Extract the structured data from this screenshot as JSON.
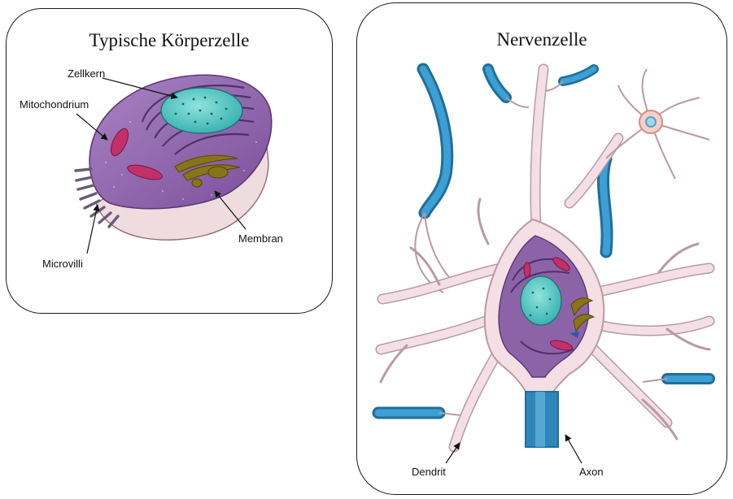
{
  "panels": {
    "cell": {
      "title": "Typische Körperzelle",
      "labels": {
        "nucleus": "Zellkern",
        "mitochondrium": "Mitochondrium",
        "microvilli": "Microvilli",
        "membrane": "Membran"
      }
    },
    "neuron": {
      "title": "Nervenzelle",
      "labels": {
        "dendrite": "Dendrit",
        "axon": "Axon"
      }
    }
  },
  "colors": {
    "cytoplasm": "#8d63a8",
    "nucleus": "#4fc7c3",
    "membrane": "#e9cfd6",
    "mitochondrium": "#c2306a",
    "golgi": "#8a7418",
    "myelin": "#2f86b8",
    "neuron_body": "#f4dfe4",
    "neuron_outline": "#b89aa6"
  }
}
